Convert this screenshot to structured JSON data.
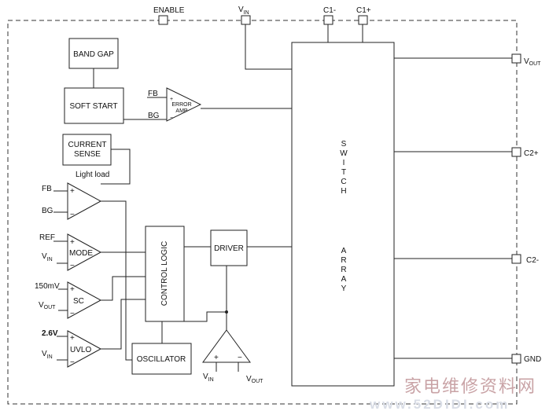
{
  "pins": {
    "enable": "ENABLE",
    "vin": "V",
    "vin_sub": "IN",
    "c1_minus": "C1-",
    "c1_plus": "C1+",
    "vout": "V",
    "vout_sub": "OUT",
    "c2_plus": "C2+",
    "c2_minus": "C2-",
    "gnd": "GND"
  },
  "blocks": {
    "band_gap": "BAND GAP",
    "soft_start": "SOFT START",
    "error_amp_line1": "ERROR",
    "error_amp_line2": "AMP",
    "current_sense_line1": "CURRENT",
    "current_sense_line2": "SENSE",
    "light_load": "Light load",
    "mode": "MODE",
    "sc": "SC",
    "uvlo": "UVLO",
    "control_logic": "CONTROL LOGIC",
    "driver": "DRIVER",
    "oscillator": "OSCILLATOR",
    "switch_array_1": "SWITCH",
    "switch_array_2": "ARRAY"
  },
  "signals": {
    "fb": "FB",
    "bg": "BG",
    "ref": "REF",
    "vin": "V",
    "vin_sub": "IN",
    "vout": "V",
    "vout_sub": "OUT",
    "v150": "150mV",
    "v26": "2.6V",
    "plus": "+",
    "minus": "−"
  },
  "watermark": {
    "cn": "家电维修资料网",
    "url": "www.52DIDI.com"
  },
  "colors": {
    "line": "#222222",
    "watermark_text": "#c9a3a6"
  }
}
